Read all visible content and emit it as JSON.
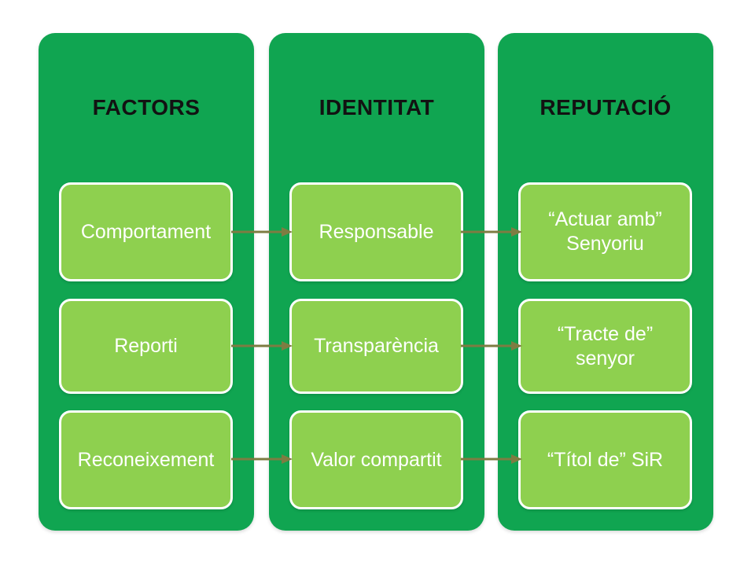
{
  "diagram": {
    "title": "",
    "type": "three-column process diagram",
    "colors": {
      "column_background": "#10a551",
      "box_background": "#8ed04f",
      "box_border": "#ffffff",
      "arrow": "#7e7c42",
      "header_text": "#121212",
      "box_text": "#ffffff",
      "page_background": "#ffffff"
    },
    "columns": [
      {
        "header": "FACTORS",
        "boxes": [
          {
            "label": "Comportament"
          },
          {
            "label": "Reporti"
          },
          {
            "label": "Reconeixement"
          }
        ]
      },
      {
        "header": "IDENTITAT",
        "boxes": [
          {
            "label": "Responsable"
          },
          {
            "label": "Transparència"
          },
          {
            "label": "Valor compartit"
          }
        ]
      },
      {
        "header": "REPUTACIÓ",
        "boxes": [
          {
            "label": "“Actuar amb”\nSenyoriu"
          },
          {
            "label": "“Tracte de”\nsenyor"
          },
          {
            "label": "“Títol de” SiR"
          }
        ]
      }
    ],
    "connections": [
      {
        "from": "Comportament",
        "to": "Responsable"
      },
      {
        "from": "Reporti",
        "to": "Transparència"
      },
      {
        "from": "Reconeixement",
        "to": "Valor compartit"
      },
      {
        "from": "Responsable",
        "to": "“Actuar amb” Senyoriu"
      },
      {
        "from": "Transparència",
        "to": "“Tracte de” senyor"
      },
      {
        "from": "Valor compartit",
        "to": "“Títol de” SiR"
      }
    ]
  }
}
